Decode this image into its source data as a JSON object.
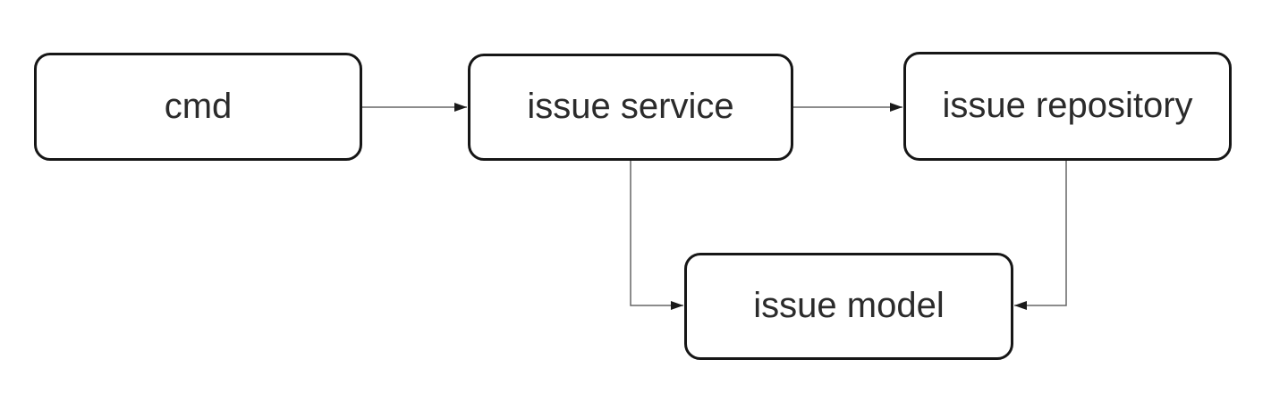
{
  "diagram": {
    "type": "flowchart",
    "background_color": "#ffffff",
    "node_border_color": "#161616",
    "node_fill_color": "#ffffff",
    "node_text_color": "#2b2b2b",
    "edge_line_color": "#666666",
    "edge_arrow_color": "#1a1a1a",
    "nodes": [
      {
        "id": "cmd",
        "label": "cmd"
      },
      {
        "id": "issue-service",
        "label": "issue service"
      },
      {
        "id": "issue-repository",
        "label": "issue repository"
      },
      {
        "id": "issue-model",
        "label": "issue model"
      }
    ],
    "edges": [
      {
        "from": "cmd",
        "to": "issue-service"
      },
      {
        "from": "issue-service",
        "to": "issue-repository"
      },
      {
        "from": "issue-service",
        "to": "issue-model"
      },
      {
        "from": "issue-repository",
        "to": "issue-model"
      }
    ]
  }
}
